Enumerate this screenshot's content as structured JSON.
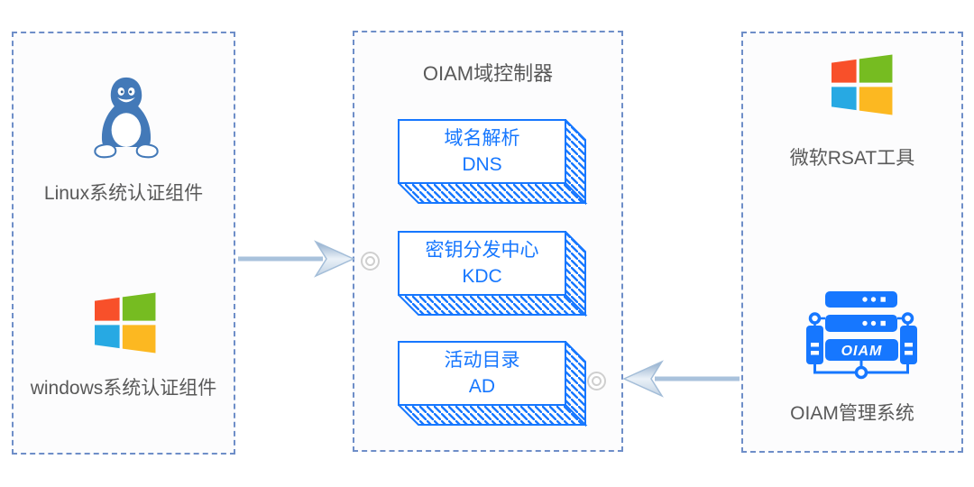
{
  "colors": {
    "accent_blue": "#1677FF",
    "panel_border_blue": "#6E8EC8",
    "text_gray": "#595959",
    "arrow_blue_gray": "#A9C2DC",
    "penguin_blue": "#4379B8",
    "windows_red": "#F8502A",
    "windows_green": "#76BC21",
    "windows_blue": "#27A9E3",
    "windows_yellow": "#FCB821"
  },
  "icons": {
    "left_top": "linux-penguin-icon",
    "left_bottom": "windows-logo-icon",
    "right_top": "windows-logo-icon",
    "right_bottom": "oiam-server-icon",
    "connectors": "double-circle-anchor-icon",
    "flows": "arrow-icon"
  },
  "left_panel": {
    "linux_label": "Linux系统认证组件",
    "windows_label": "windows系统认证组件"
  },
  "middle_panel": {
    "title": "OIAM域控制器",
    "boxes": [
      {
        "line1": "域名解析",
        "line2": "DNS"
      },
      {
        "line1": "密钥分发中心",
        "line2": "KDC"
      },
      {
        "line1": "活动目录",
        "line2": "AD"
      }
    ]
  },
  "right_panel": {
    "rsat_label": "微软RSAT工具",
    "oiam_label": "OIAM管理系统",
    "oiam_badge": "OIAM"
  }
}
